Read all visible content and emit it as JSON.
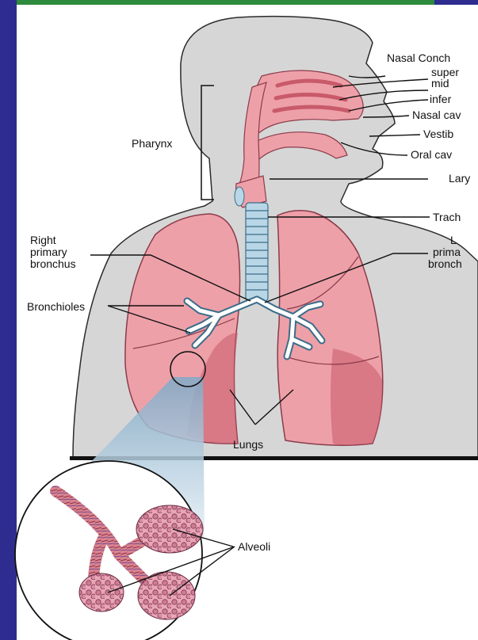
{
  "colors": {
    "left_bar": "#2e2d8f",
    "top_bar": "#2e8a3c",
    "top_bar_right": "#2e2d8f",
    "silhouette": "#d6d6d6",
    "tissue_pink": "#eea0a8",
    "tissue_dark": "#c85a6a",
    "trachea_blue": "#b8d6e6",
    "outline": "#1a1a1a"
  },
  "labels": {
    "nasal_conchae": "Nasal Conch",
    "superior": "super",
    "middle": "mid",
    "inferior": "infer",
    "nasal_cavity": "Nasal cav",
    "vestibule": "Vestib",
    "oral_cavity": "Oral cav",
    "larynx": "Lary",
    "trachea": "Trach",
    "pharynx": "Pharynx",
    "right_primary_bronchus_1": "Right",
    "right_primary_bronchus_2": "primary",
    "right_primary_bronchus_3": "bronchus",
    "left_primary_bronchus_1": "L",
    "left_primary_bronchus_2": "prima",
    "left_primary_bronchus_3": "bronch",
    "bronchioles": "Bronchioles",
    "lungs": "Lungs",
    "alveoli": "Alveoli"
  },
  "icons": [
    "alveoli-cluster-icon",
    "bronchial-tree-icon"
  ]
}
